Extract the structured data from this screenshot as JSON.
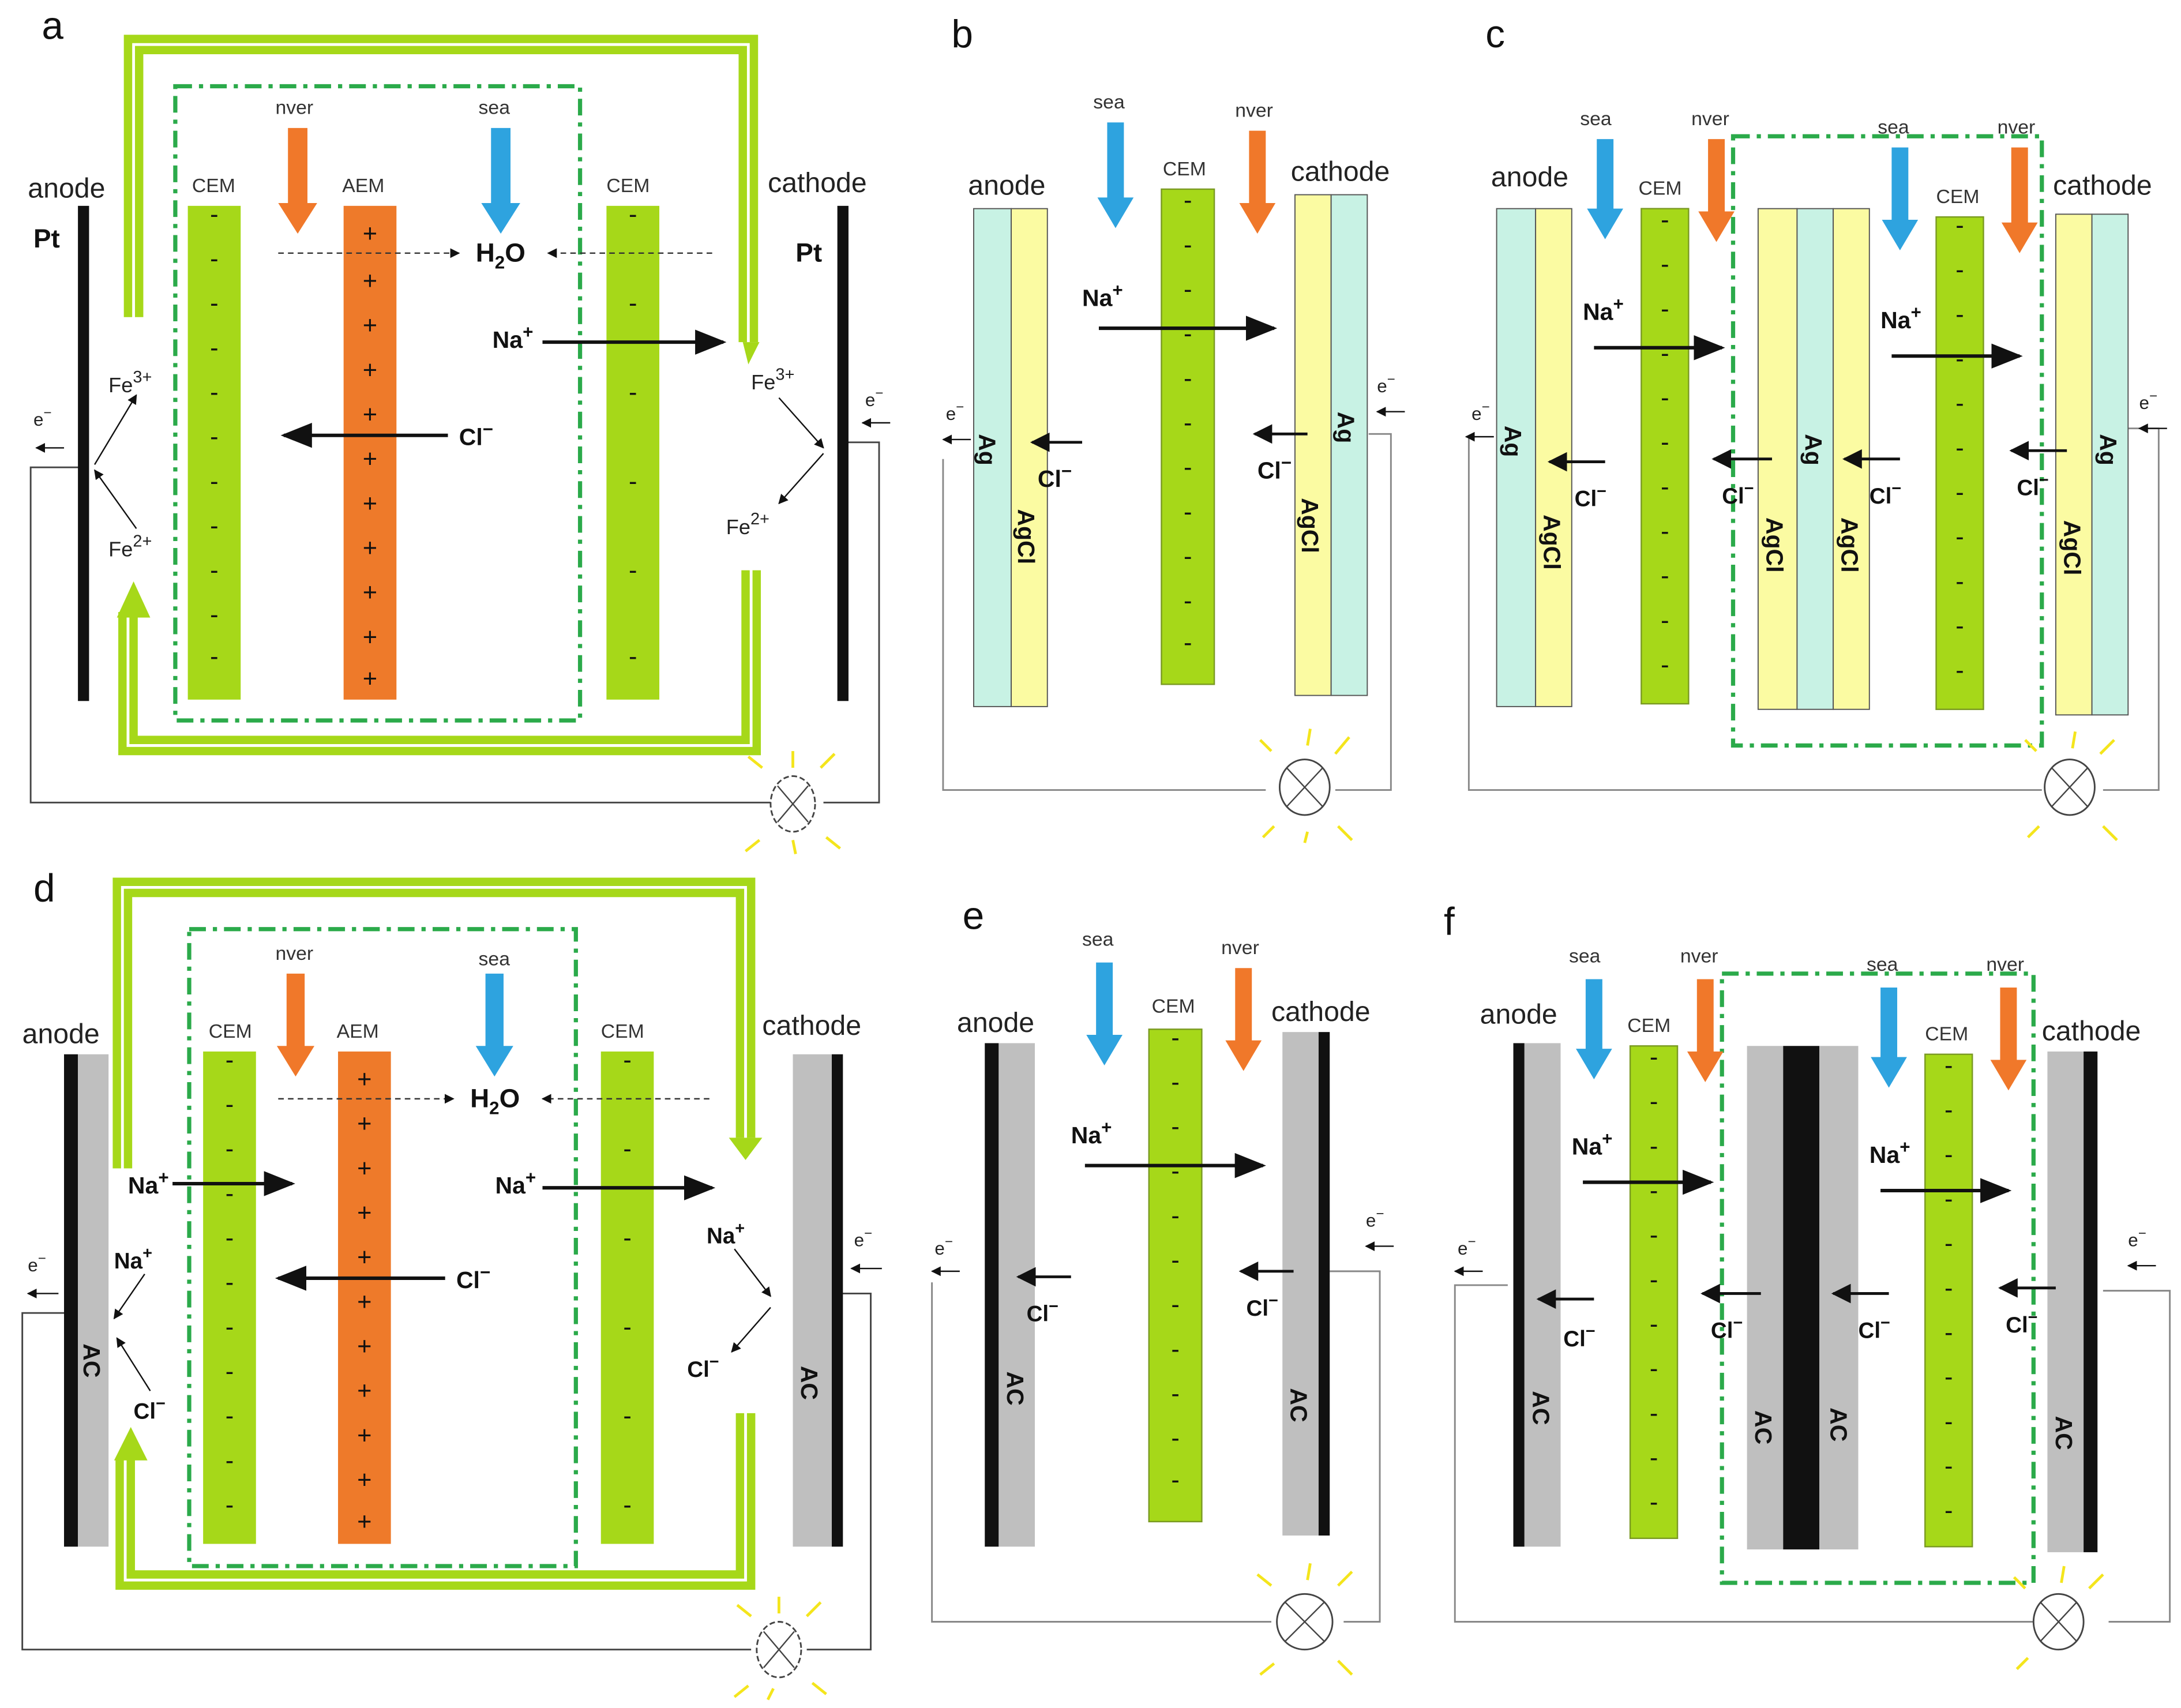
{
  "panels": {
    "a": "a",
    "b": "b",
    "c": "c",
    "d": "d",
    "e": "e",
    "f": "f"
  },
  "labels": {
    "anode": "anode",
    "cathode": "cathode",
    "cem": "CEM",
    "aem": "AEM",
    "river": "nver",
    "sea": "sea",
    "pt": "Pt",
    "ag": "Ag",
    "agcl": "AgCl",
    "ac": "AC",
    "h2o_main": "H",
    "h2o_sub": "2",
    "h2o_end": "O",
    "na": "Na",
    "na_sup": "+",
    "na_sup_alt": "+",
    "cl": "Cl",
    "cl_sup": "−",
    "electron": "e",
    "electron_sup": "−",
    "fe": "Fe",
    "fe3_sup": "3+",
    "fe2_sup": "2+",
    "minus": "-",
    "plus": "+"
  },
  "colors": {
    "cem_green": "#A6D819",
    "aem_orange": "#EE7A2A",
    "sea_blue": "#2EA3DF",
    "river_orange": "#F0782A",
    "dash_green": "#2BAA4A",
    "tube_green": "#A6D819",
    "ag_cyan": "#C8F2E4",
    "agcl_yellow": "#FBFBA2",
    "ac_gray": "#BFBFBF",
    "bulb_ray": "#F4E51C"
  }
}
